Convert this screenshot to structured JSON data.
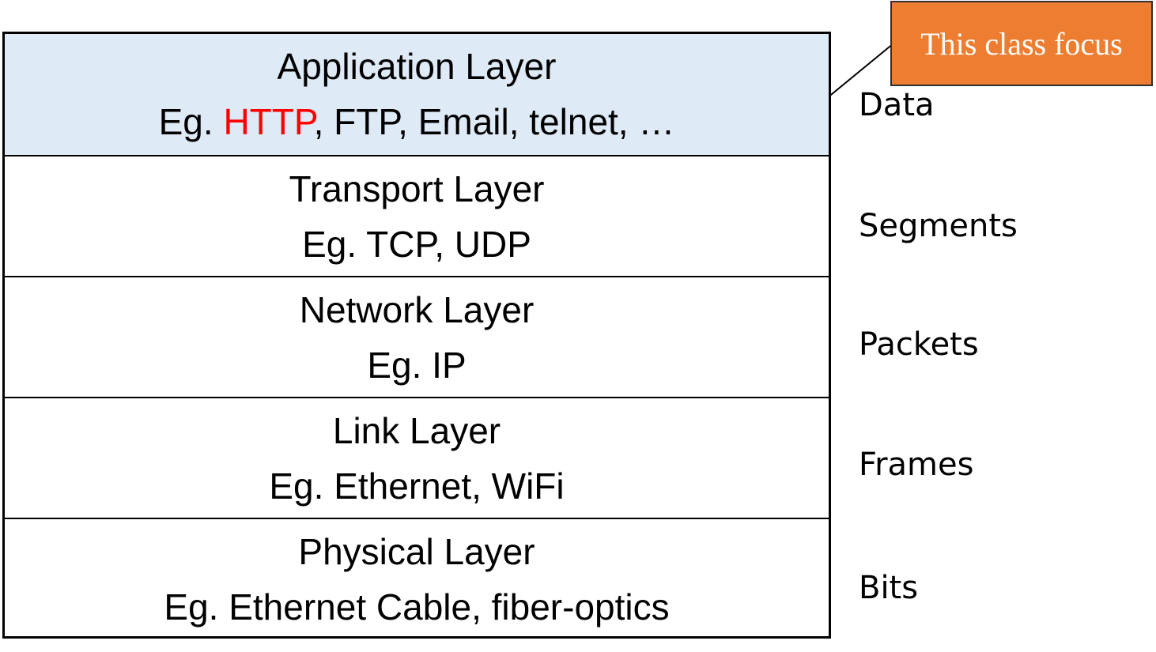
{
  "colors": {
    "application_fill": "#DEEAF6",
    "highlight_text": "#FF0000",
    "callout_fill": "#ED7D31",
    "callout_text": "#FFFFFF",
    "border": "#000000"
  },
  "layers": [
    {
      "name": "Application Layer",
      "examples_prefix": "Eg. ",
      "examples_highlight": "HTTP",
      "examples_rest": ", FTP, Email, telnet, …",
      "pdu": "Data"
    },
    {
      "name": "Transport Layer",
      "examples": "Eg. TCP, UDP",
      "pdu": "Segments"
    },
    {
      "name": "Network Layer",
      "examples": "Eg. IP",
      "pdu": "Packets"
    },
    {
      "name": "Link Layer",
      "examples": "Eg. Ethernet, WiFi",
      "pdu": "Frames"
    },
    {
      "name": "Physical Layer",
      "examples": "Eg. Ethernet Cable, fiber-optics",
      "pdu": "Bits"
    }
  ],
  "callout": {
    "text": "This class focus"
  }
}
